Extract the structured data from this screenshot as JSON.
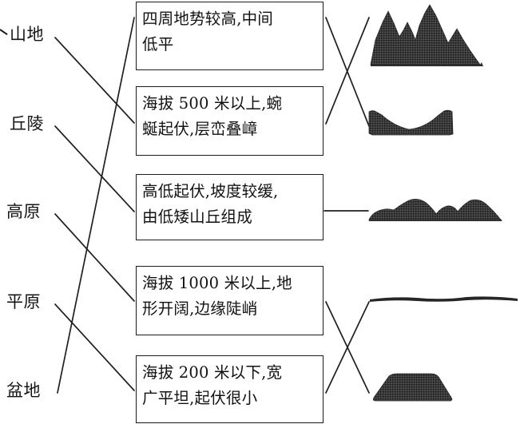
{
  "worksheet": {
    "type": "matching-exercise",
    "ink_color": "#1c1c1c",
    "paper_color": "#ffffff",
    "terrain_fill": "#3a3a3a"
  },
  "terms": [
    {
      "id": "mountain",
      "label": "山地"
    },
    {
      "id": "hill",
      "label": "丘陵"
    },
    {
      "id": "plateau",
      "label": "高原"
    },
    {
      "id": "plain",
      "label": "平原"
    },
    {
      "id": "basin",
      "label": "盆地"
    }
  ],
  "descriptions": [
    {
      "id": "desc-basin",
      "line1": "四周地势较高,中间",
      "line2": "低平"
    },
    {
      "id": "desc-mountain",
      "line1": "海拔 500 米以上,蜿",
      "line2": "蜒起伏,层峦叠嶂"
    },
    {
      "id": "desc-hill",
      "line1": "高低起伏,坡度较缓,",
      "line2": "由低矮山丘组成"
    },
    {
      "id": "desc-plateau",
      "line1": "海拔 1000 米以上,地",
      "line2": "形开阔,边缘陡峭"
    },
    {
      "id": "desc-plain",
      "line1": "海拔 200 米以下,宽",
      "line2": "广平坦,起伏很小"
    }
  ],
  "illustrations": [
    {
      "id": "illus-mountain",
      "name": "mountain-peaks-illustration"
    },
    {
      "id": "illus-basin",
      "name": "basin-concave-illustration"
    },
    {
      "id": "illus-hill",
      "name": "rolling-hills-illustration"
    },
    {
      "id": "illus-plain",
      "name": "flat-plain-illustration"
    },
    {
      "id": "illus-plateau",
      "name": "plateau-trapezoid-illustration"
    }
  ],
  "connectors": {
    "left_group_note": "term to description diagonal lines",
    "right_group_note": "description to illustration lines"
  }
}
